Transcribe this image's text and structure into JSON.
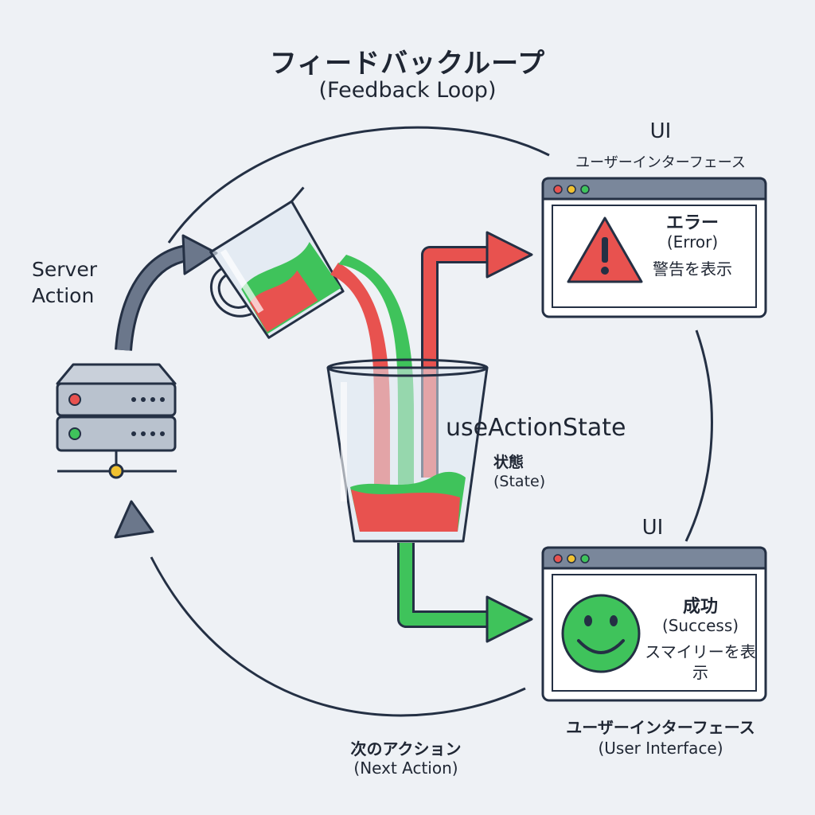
{
  "title": {
    "jp": "フィードバックループ",
    "en": "(Feedback Loop)"
  },
  "server": {
    "label_line1": "Server",
    "label_line2": "Action"
  },
  "hook": {
    "name": "useActionState",
    "state_jp": "状態",
    "state_en": "(State)"
  },
  "ui_error": {
    "heading": "UI",
    "subheading": "ユーザーインターフェース",
    "title_jp": "エラー",
    "title_en": "(Error)",
    "description": "警告を表示"
  },
  "ui_success": {
    "heading": "UI",
    "title_jp": "成功",
    "title_en": "(Success)",
    "description": "スマイリーを表示"
  },
  "ui_footer": {
    "jp": "ユーザーインターフェース",
    "en": "(User Interface)"
  },
  "next_action": {
    "jp": "次のアクション",
    "en": "(Next Action)"
  },
  "icons": [
    "server-icon",
    "pitcher-icon",
    "glass-icon",
    "warning-icon",
    "smiley-icon"
  ],
  "colors": {
    "background": "#eef1f5",
    "error_red": "#e8524f",
    "success_green": "#3fc35b",
    "arrow_slate": "#5e6b80",
    "outline": "#243044",
    "window_bar": "#7a879b"
  }
}
